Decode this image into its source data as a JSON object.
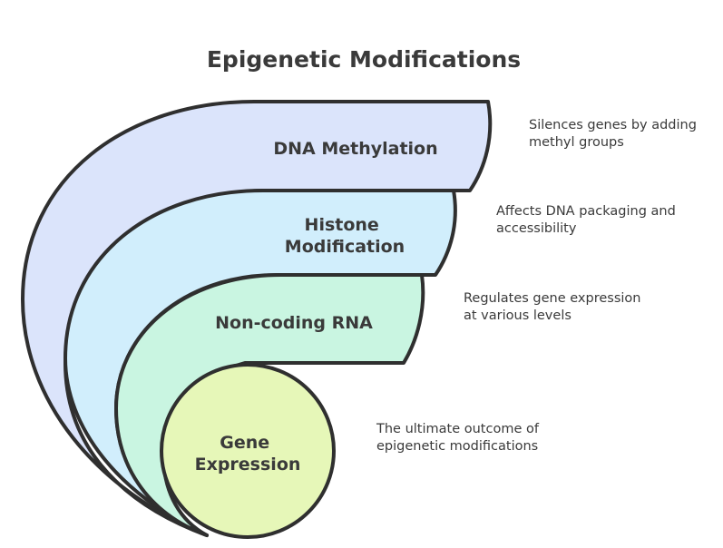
{
  "title": "Epigenetic Modifications",
  "layers": [
    {
      "label_lines": [
        "DNA Methylation"
      ],
      "description_lines": [
        "Silences genes by adding",
        "methyl groups"
      ],
      "fill": "#dbe4fb"
    },
    {
      "label_lines": [
        "Histone",
        "Modification"
      ],
      "description_lines": [
        "Affects DNA packaging and",
        "accessibility"
      ],
      "fill": "#d1eefc"
    },
    {
      "label_lines": [
        "Non-coding RNA"
      ],
      "description_lines": [
        "Regulates gene expression",
        "at various levels"
      ],
      "fill": "#c9f5e1"
    },
    {
      "label_lines": [
        "Gene",
        "Expression"
      ],
      "description_lines": [
        "The ultimate outcome of",
        "epigenetic modifications"
      ],
      "fill": "#e6f7b8"
    }
  ],
  "colors": {
    "stroke": "#2f2f2f",
    "text": "#3a3a3a"
  }
}
